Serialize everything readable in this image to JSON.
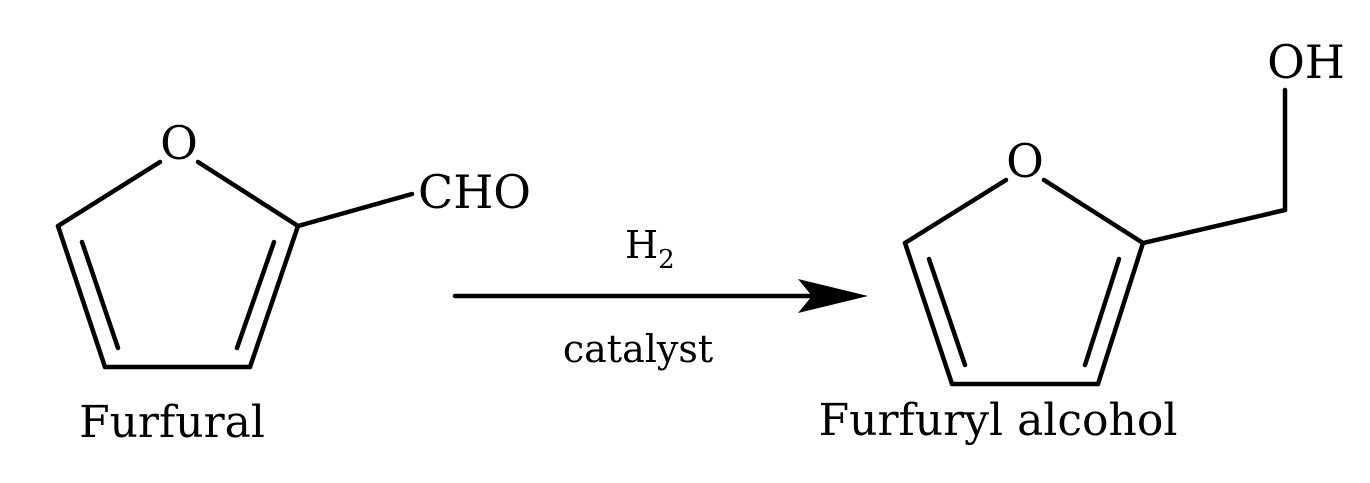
{
  "reactant": {
    "ring_oxygen": "O",
    "substituent": "CHO",
    "name": "Furfural"
  },
  "conditions": {
    "reagent_main": "H",
    "reagent_subscript": "2",
    "below_arrow": "catalyst"
  },
  "product": {
    "ring_oxygen": "O",
    "substituent": "OH",
    "name": "Furfuryl alcohol"
  },
  "colors": {
    "ink": "#000000",
    "background": "#ffffff"
  }
}
